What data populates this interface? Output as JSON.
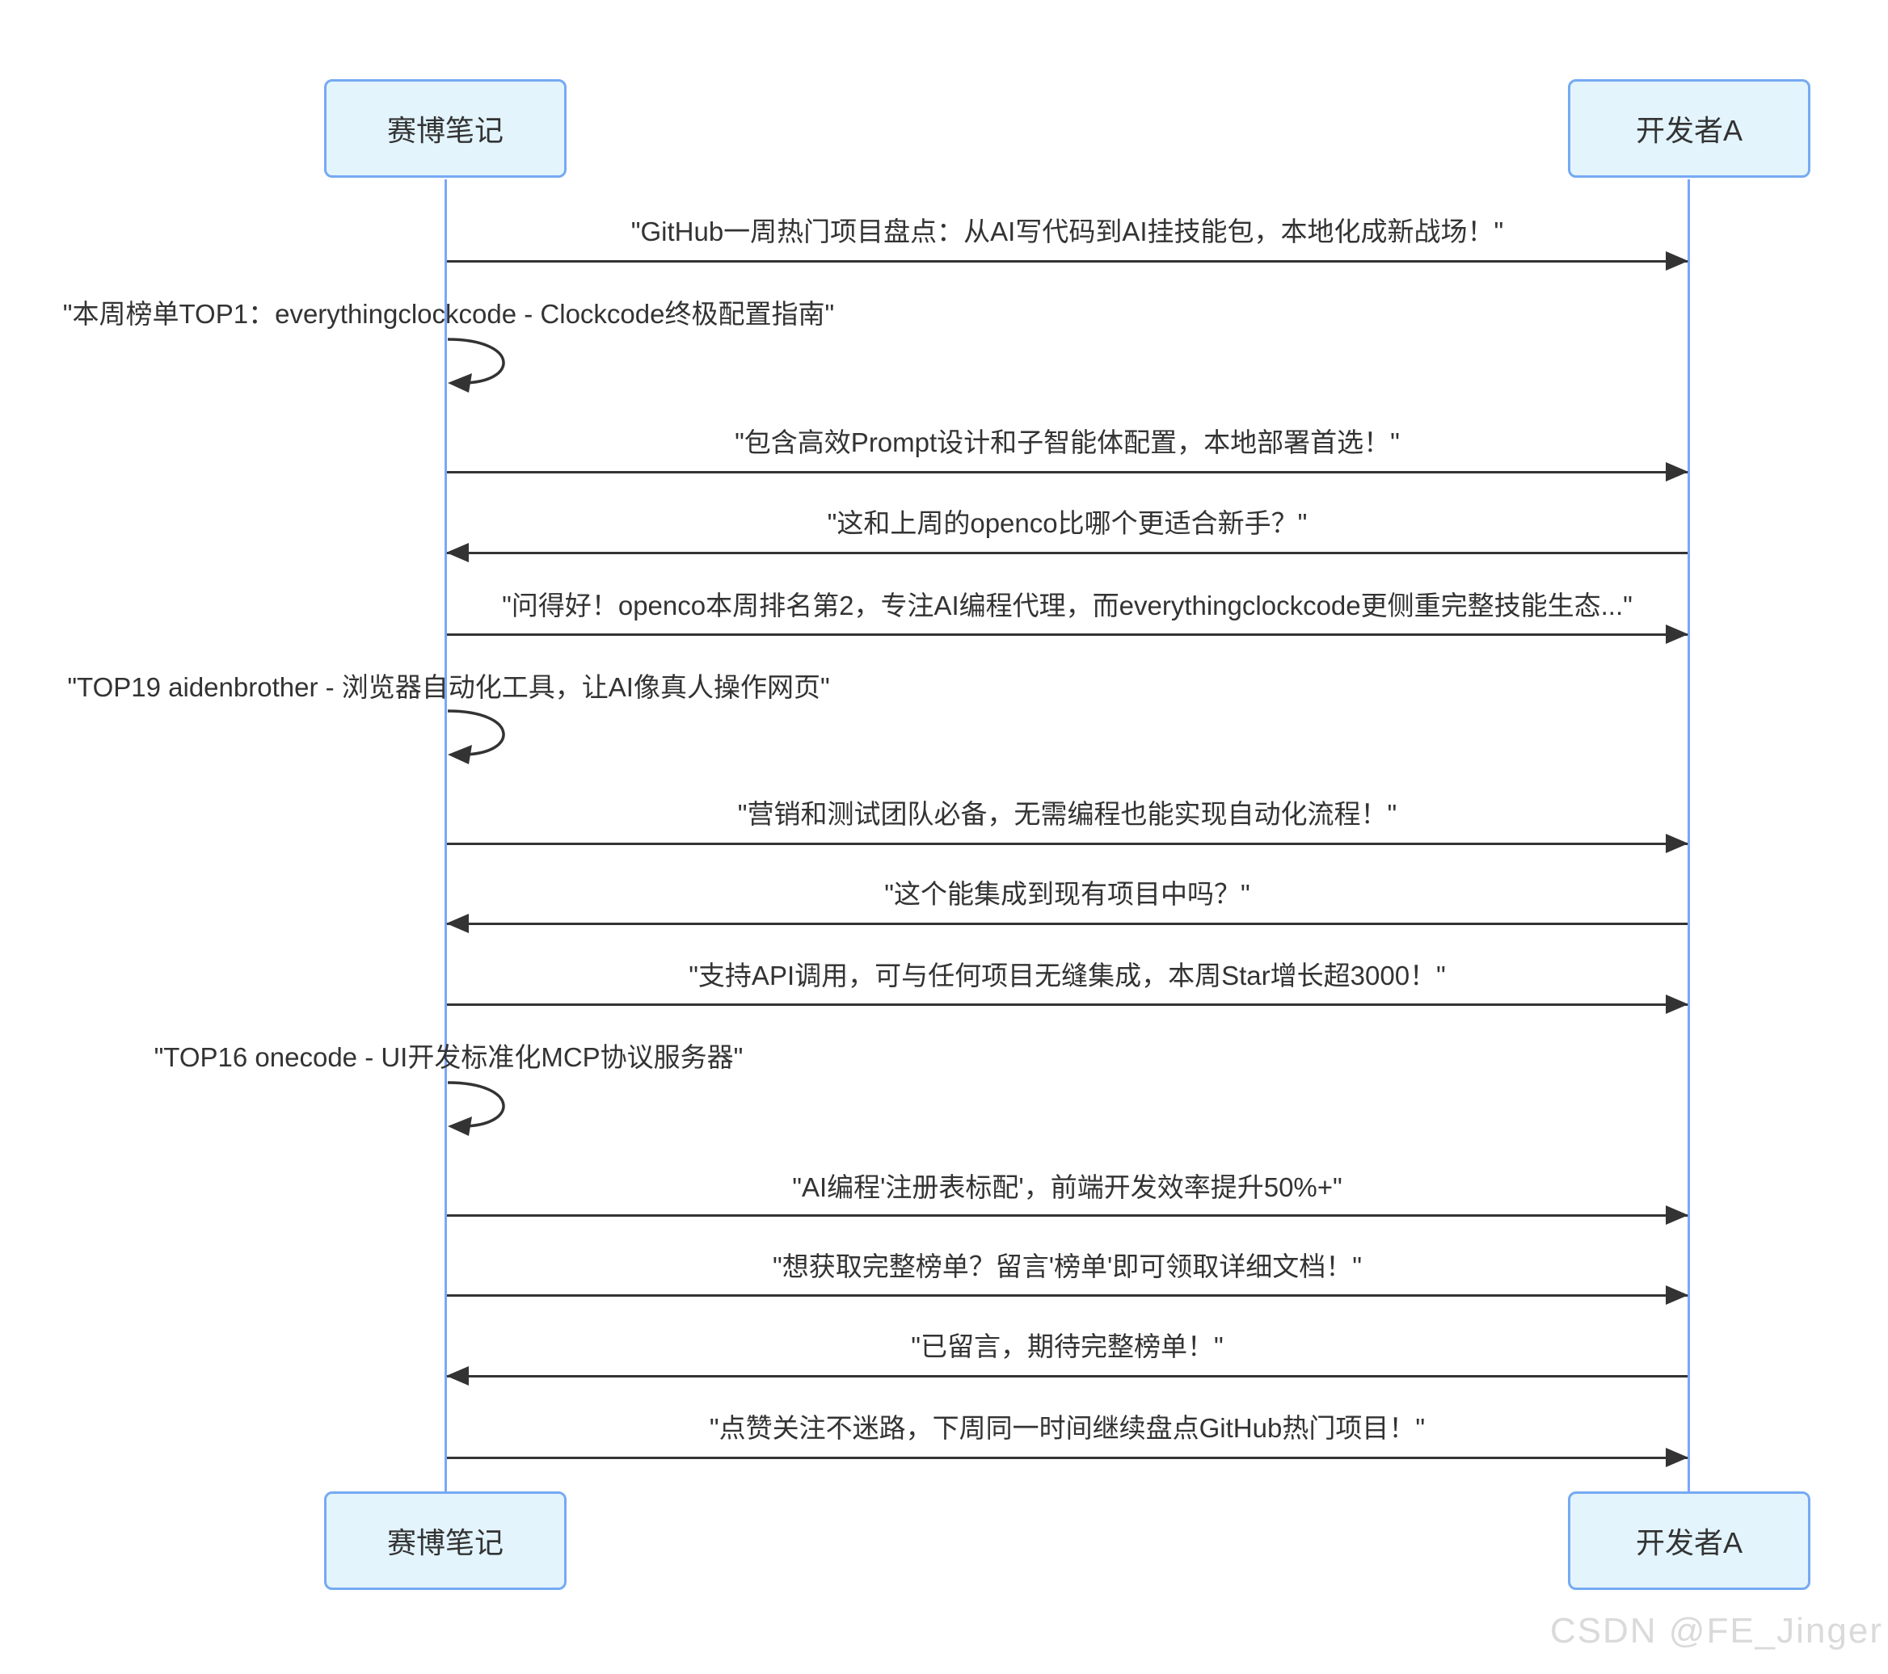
{
  "diagram": {
    "type": "sequence-diagram",
    "actors": [
      {
        "id": "cyber-notes",
        "label": "赛博笔记"
      },
      {
        "id": "developer-a",
        "label": "开发者A"
      }
    ],
    "messages": [
      {
        "from": "cyber-notes",
        "to": "developer-a",
        "kind": "solid-arrow",
        "text": "\"GitHub一周热门项目盘点：从AI写代码到AI挂技能包，本地化成新战场！\""
      },
      {
        "from": "cyber-notes",
        "to": "cyber-notes",
        "kind": "self-loop",
        "text": "\"本周榜单TOP1：everythingclockcode - Clockcode终极配置指南\""
      },
      {
        "from": "cyber-notes",
        "to": "developer-a",
        "kind": "solid-arrow",
        "text": "\"包含高效Prompt设计和子智能体配置，本地部署首选！\""
      },
      {
        "from": "developer-a",
        "to": "cyber-notes",
        "kind": "solid-arrow",
        "text": "\"这和上周的openco比哪个更适合新手？\""
      },
      {
        "from": "cyber-notes",
        "to": "developer-a",
        "kind": "solid-arrow",
        "text": "\"问得好！openco本周排名第2，专注AI编程代理，而everythingclockcode更侧重完整技能生态...\""
      },
      {
        "from": "cyber-notes",
        "to": "cyber-notes",
        "kind": "self-loop",
        "text": "\"TOP19 aidenbrother - 浏览器自动化工具，让AI像真人操作网页\""
      },
      {
        "from": "cyber-notes",
        "to": "developer-a",
        "kind": "solid-arrow",
        "text": "\"营销和测试团队必备，无需编程也能实现自动化流程！\""
      },
      {
        "from": "developer-a",
        "to": "cyber-notes",
        "kind": "solid-arrow",
        "text": "\"这个能集成到现有项目中吗？\""
      },
      {
        "from": "cyber-notes",
        "to": "developer-a",
        "kind": "solid-arrow",
        "text": "\"支持API调用，可与任何项目无缝集成，本周Star增长超3000！\""
      },
      {
        "from": "cyber-notes",
        "to": "cyber-notes",
        "kind": "self-loop",
        "text": "\"TOP16 onecode - UI开发标准化MCP协议服务器\""
      },
      {
        "from": "cyber-notes",
        "to": "developer-a",
        "kind": "solid-arrow",
        "text": "\"AI编程'注册表标配'，前端开发效率提升50%+\""
      },
      {
        "from": "cyber-notes",
        "to": "developer-a",
        "kind": "solid-arrow",
        "text": "\"想获取完整榜单？留言'榜单'即可领取详细文档！\""
      },
      {
        "from": "developer-a",
        "to": "cyber-notes",
        "kind": "solid-arrow",
        "text": "\"已留言，期待完整榜单！\""
      },
      {
        "from": "cyber-notes",
        "to": "developer-a",
        "kind": "solid-arrow",
        "text": "\"点赞关注不迷路，下周同一时间继续盘点GitHub热门项目！\""
      }
    ],
    "colors": {
      "actor_fill": "#e3f4fd",
      "actor_border": "#75aaf2",
      "lifeline": "#7aa7f8",
      "arrow": "#333333",
      "text": "#333333"
    }
  },
  "watermark": "CSDN @FE_Jinger"
}
